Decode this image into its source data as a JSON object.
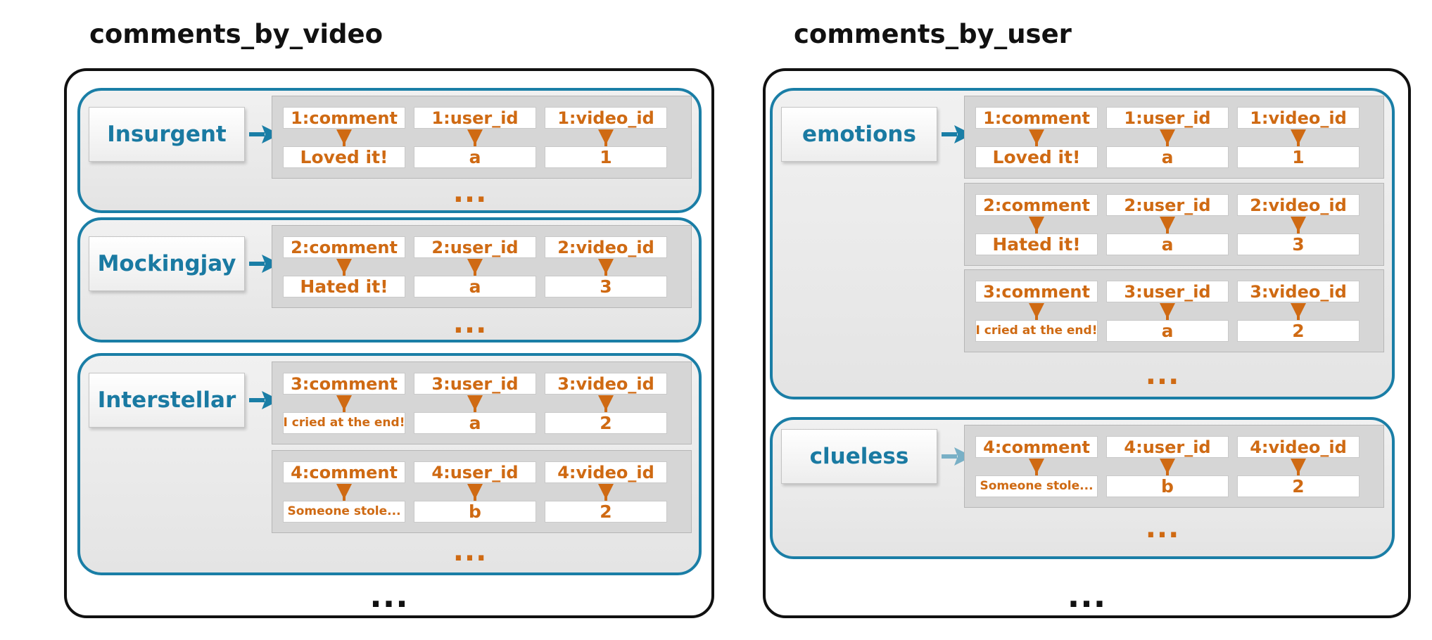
{
  "colors": {
    "partition_border": "#1a7ea6",
    "key_text": "#1a7aa2",
    "cell_text": "#cf6a13",
    "outer_border": "#111111"
  },
  "panels": [
    {
      "title": "comments_by_video",
      "more": "...",
      "partitions": [
        {
          "key": "Insurgent",
          "more": "...",
          "rows": [
            {
              "cols": [
                "1:comment",
                "1:user_id",
                "1:video_id"
              ],
              "vals": [
                "Loved it!",
                "a",
                "1"
              ]
            }
          ]
        },
        {
          "key": "Mockingjay",
          "more": "...",
          "rows": [
            {
              "cols": [
                "2:comment",
                "2:user_id",
                "2:video_id"
              ],
              "vals": [
                "Hated it!",
                "a",
                "3"
              ]
            }
          ]
        },
        {
          "key": "Interstellar",
          "more": "...",
          "rows": [
            {
              "cols": [
                "3:comment",
                "3:user_id",
                "3:video_id"
              ],
              "vals": [
                "I cried at the end!",
                "a",
                "2"
              ]
            },
            {
              "cols": [
                "4:comment",
                "4:user_id",
                "4:video_id"
              ],
              "vals": [
                "Someone stole...",
                "b",
                "2"
              ]
            }
          ]
        }
      ]
    },
    {
      "title": "comments_by_user",
      "more": "...",
      "partitions": [
        {
          "key": "emotions",
          "more": "...",
          "rows": [
            {
              "cols": [
                "1:comment",
                "1:user_id",
                "1:video_id"
              ],
              "vals": [
                "Loved it!",
                "a",
                "1"
              ]
            },
            {
              "cols": [
                "2:comment",
                "2:user_id",
                "2:video_id"
              ],
              "vals": [
                "Hated it!",
                "a",
                "3"
              ]
            },
            {
              "cols": [
                "3:comment",
                "3:user_id",
                "3:video_id"
              ],
              "vals": [
                "I cried at the end!",
                "a",
                "2"
              ]
            }
          ]
        },
        {
          "key": "clueless",
          "more": "...",
          "rows": [
            {
              "cols": [
                "4:comment",
                "4:user_id",
                "4:video_id"
              ],
              "vals": [
                "Someone stole...",
                "b",
                "2"
              ]
            }
          ]
        }
      ]
    }
  ]
}
